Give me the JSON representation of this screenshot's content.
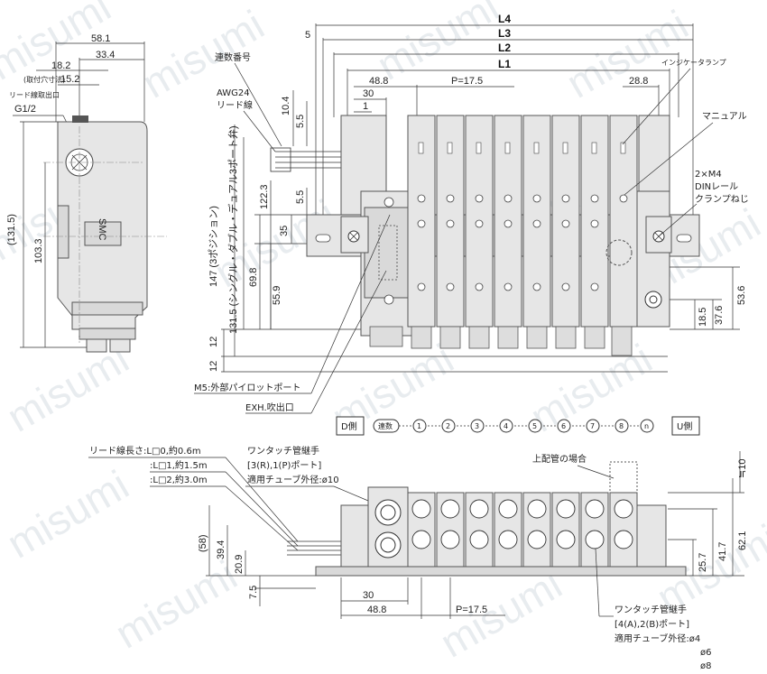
{
  "watermark": "misumi",
  "side_view": {
    "dims": [
      "58.1",
      "33.4",
      "18.2",
      "15.2",
      "(131.5)",
      "103.3"
    ],
    "labels": {
      "mounting_hole_dim": "(取付穴寸法)",
      "lead_wire_outlet": "リード線取出口",
      "g_thread": "G1/2",
      "brand": "SMC"
    }
  },
  "front_view": {
    "total_lengths": [
      "L4",
      "L3",
      "L2",
      "L1"
    ],
    "dims_top": [
      "5",
      "48.8",
      "30",
      "P=17.5",
      "28.8",
      "1"
    ],
    "dims_vertical_left": [
      "10.4",
      "5.5",
      "5.5",
      "35",
      "122.3",
      "69.8",
      "55.9",
      "12",
      "12"
    ],
    "dims_vertical_right": [
      "53.6",
      "37.6",
      "18.5"
    ],
    "rotated_label_147": "147 (3ポジション)",
    "rotated_label_1315": "131.5 (シングル・ダブル・デュアル3ポート弁)",
    "labels": {
      "station_number": "連数番号",
      "awg24": "AWG24",
      "lead_wire": "リード線",
      "indicator_lamp": "インジケータランプ",
      "manual": "マニュアル",
      "m4": "2×M4",
      "din_rail": "DINレール",
      "clamp_screw": "クランプねじ",
      "m5_pilot": "M5:外部パイロットポート",
      "exh": "EXH.吹出口"
    }
  },
  "station_row": {
    "d_side": "D側",
    "u_side": "U側",
    "start": "連数",
    "stations": [
      "1",
      "2",
      "3",
      "4",
      "5",
      "6",
      "7",
      "8",
      "n"
    ]
  },
  "bottom_view": {
    "lead_length_title": "リード線長さ:L□0,約0.6m",
    "lead_length_2": ":L□1,約1.5m",
    "lead_length_3": ":L□2,約3.0m",
    "fitting_title": "ワンタッチ管継手",
    "fitting_ports": "[3(R),1(P)ポート]",
    "fitting_tube": "適用チューブ外径:ø10",
    "upper_piping": "上配管の場合",
    "dims": [
      "(58)",
      "39.4",
      "20.9",
      "7.5",
      "30",
      "48.8",
      "P=17.5",
      "62.1",
      "41.7",
      "25.7",
      "≒10"
    ],
    "fitting2_title": "ワンタッチ管継手",
    "fitting2_ports": "[4(A),2(B)ポート]",
    "fitting2_tube": "適用チューブ外径:ø4",
    "fitting2_tube_2": "ø6",
    "fitting2_tube_3": "ø8"
  }
}
